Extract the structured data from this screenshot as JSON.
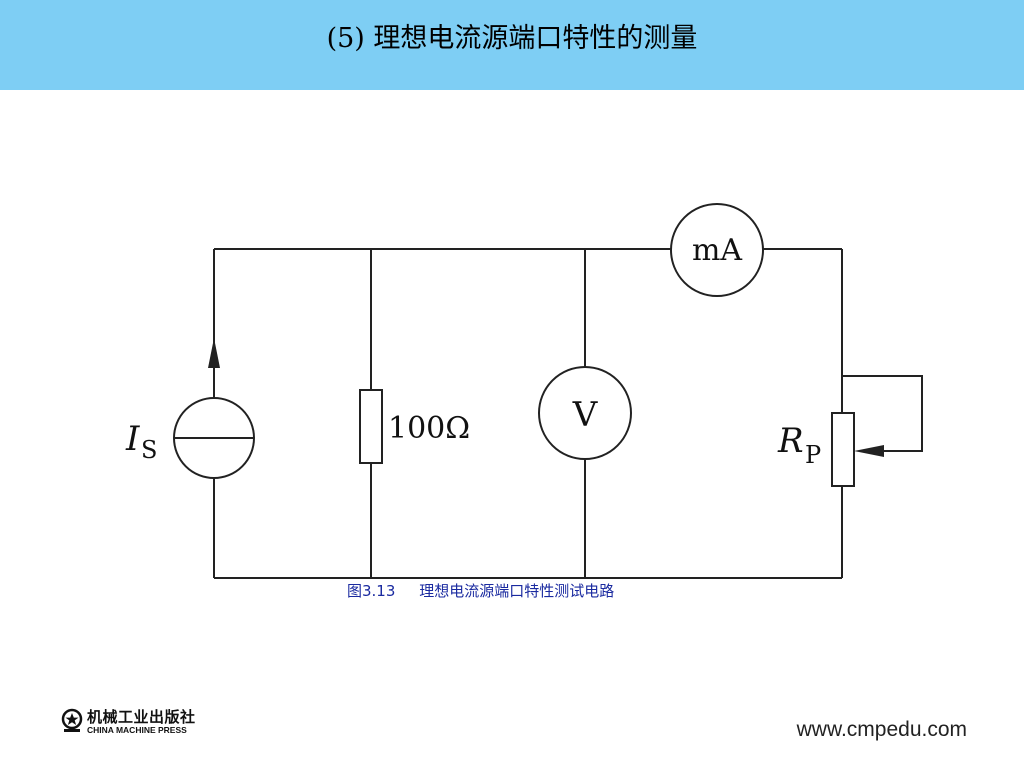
{
  "header": {
    "title": "(5) 理想电流源端口特性的测量",
    "color": "#7ecef4"
  },
  "diagram": {
    "current_source_label": "I",
    "current_source_sub": "S",
    "resistor_label": "100Ω",
    "voltmeter_label": "V",
    "ammeter_label": "mA",
    "rheostat_label": "R",
    "rheostat_sub": "P",
    "caption": "图3.13     理想电流源端口特性测试电路"
  },
  "footer": {
    "publisher_cn": "机械工业出版社",
    "publisher_en": "CHINA MACHINE PRESS",
    "website": "www.cmpedu.com"
  }
}
